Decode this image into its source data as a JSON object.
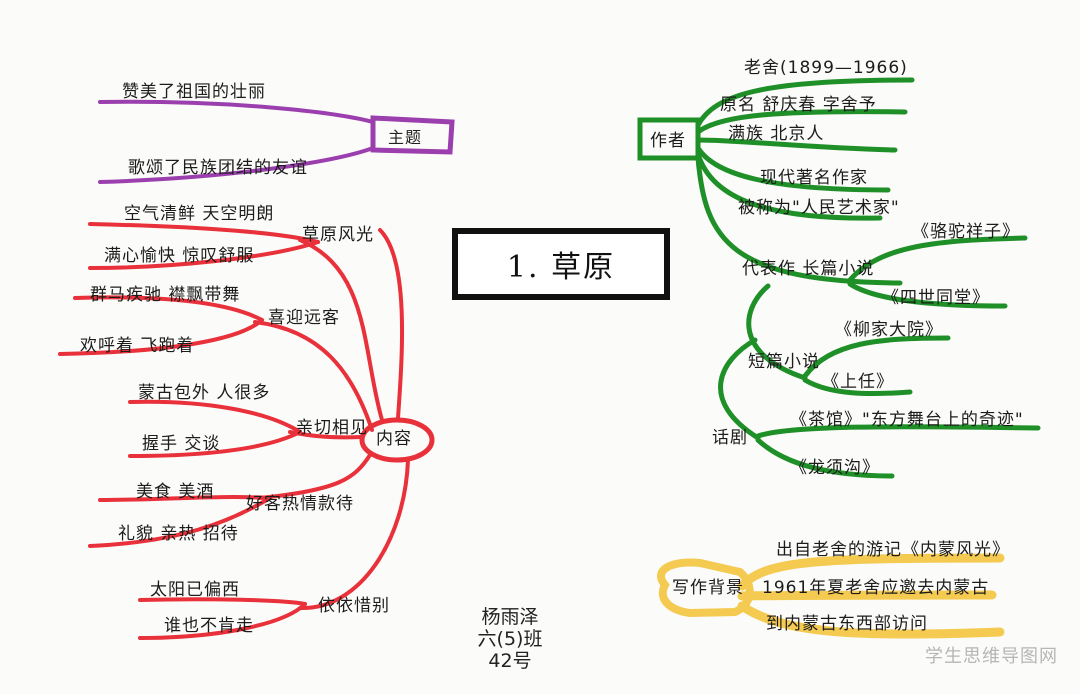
{
  "title": "1. 草原",
  "signature": {
    "name": "杨雨泽",
    "class": "六(5)班",
    "number": "42号"
  },
  "watermark": "学生思维导图网",
  "branches": {
    "theme": {
      "label": "主题",
      "items": [
        "赞美了祖国的壮丽",
        "歌颂了民族团结的友谊"
      ]
    },
    "content": {
      "label": "内容",
      "scenery": {
        "label": "草原风光",
        "items": [
          "空气清鲜 天空明朗",
          "满心愉快 惊叹舒服"
        ]
      },
      "welcome": {
        "label": "喜迎远客",
        "items": [
          "群马疾驰 襟飘带舞",
          "欢呼着 飞跑着"
        ]
      },
      "meeting": {
        "label": "亲切相见",
        "items": [
          "蒙古包外 人很多",
          "握手 交谈"
        ]
      },
      "hospitality": {
        "label": "好客热情款待",
        "items": [
          "美食 美酒",
          "礼貌 亲热 招待"
        ]
      },
      "farewell": {
        "label": "依依惜别",
        "items": [
          "太阳已偏西",
          "谁也不肯走"
        ]
      }
    },
    "author": {
      "label": "作者",
      "items": [
        "老舍(1899—1966)",
        "原名 舒庆春 字舍予",
        "满族 北京人",
        "现代著名作家",
        "被称为\"人民艺术家\""
      ],
      "novels": {
        "label": "代表作 长篇小说",
        "items": [
          "《骆驼祥子》",
          "《四世同堂》"
        ]
      },
      "short_stories": {
        "label": "短篇小说",
        "items": [
          "《柳家大院》",
          "《上任》"
        ]
      },
      "drama": {
        "label": "话剧",
        "items": [
          "《茶馆》\"东方舞台上的奇迹\"",
          "《龙须沟》"
        ]
      }
    },
    "background": {
      "label": "写作背景",
      "items": [
        "出自老舍的游记《内蒙风光》",
        "1961年夏老舍应邀去内蒙古",
        "到内蒙古东西部访问"
      ]
    }
  },
  "colors": {
    "theme": "#9b3fae",
    "content": "#e8313a",
    "author": "#1f8f28",
    "background": "#f4c43a"
  }
}
